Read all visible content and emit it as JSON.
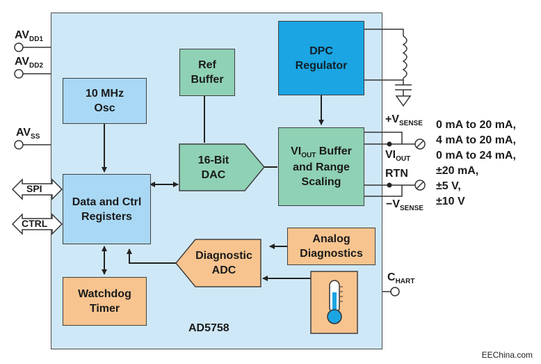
{
  "chip_name": "AD5758",
  "blocks": {
    "osc": "10 MHz\nOsc",
    "registers": "Data and Ctrl\nRegisters",
    "watchdog": "Watchdog\nTimer",
    "ref_buffer": "Ref\nBuffer",
    "dac": "16-Bit\nDAC",
    "dpc": "DPC\nRegulator",
    "vi_buffer_line1": "VI",
    "vi_buffer_sub": "OUT",
    "vi_buffer_line1b": " Buffer",
    "vi_buffer_rest": "and Range\nScaling",
    "analog_diag": "Analog\nDiagnostics",
    "diag_adc": "Diagnostic\nADC"
  },
  "pins_left": {
    "avdd1_main": "AV",
    "avdd1_sub": "DD1",
    "avdd2_main": "AV",
    "avdd2_sub": "DD2",
    "avss_main": "AV",
    "avss_sub": "SS",
    "spi": "SPI",
    "ctrl": "CTRL"
  },
  "pins_right": {
    "vsense_pos_main": "+V",
    "vsense_pos_sub": "SENSE",
    "viout_main": "VI",
    "viout_sub": "OUT",
    "rtn": "RTN",
    "vsense_neg_main": "−V",
    "vsense_neg_sub": "SENSE",
    "chart_main": "C",
    "chart_sub": "HART"
  },
  "output_ranges": [
    "0 mA to 20 mA,",
    "4 mA to 20 mA,",
    "0 mA to 24 mA,",
    "±20 mA,",
    "±5 V,",
    "±10 V"
  ],
  "watermark": "EEChina.com",
  "colors": {
    "chip_bg": "#cfe8f7",
    "blue_block": "#a9d8f4",
    "green_block": "#8fd1b5",
    "orange_block": "#f7c48f",
    "dpc_block": "#1ba5e2"
  }
}
